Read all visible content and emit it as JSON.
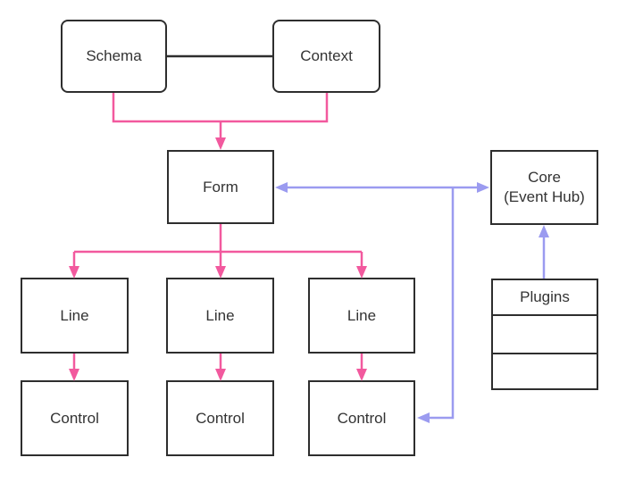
{
  "colors": {
    "pink": "#F2599E",
    "purple": "#9B9BF0",
    "border": "#2E2E2E",
    "text": "#333333",
    "background": "#FFFFFF"
  },
  "nodes": {
    "schema": {
      "label": "Schema"
    },
    "context": {
      "label": "Context"
    },
    "form": {
      "label": "Form"
    },
    "core": {
      "line1": "Core",
      "line2": "(Event Hub)"
    },
    "line1": {
      "label": "Line"
    },
    "line2": {
      "label": "Line"
    },
    "line3": {
      "label": "Line"
    },
    "control1": {
      "label": "Control"
    },
    "control2": {
      "label": "Control"
    },
    "control3": {
      "label": "Control"
    },
    "plugins": {
      "label": "Plugins",
      "empty_rows": 2
    }
  },
  "edges": [
    {
      "from": "Schema",
      "to": "Context",
      "color": "black",
      "arrows": "none"
    },
    {
      "from": "Schema + Context",
      "to": "Form",
      "color": "pink",
      "arrows": "end"
    },
    {
      "from": "Form",
      "to": "Line 1",
      "color": "pink",
      "arrows": "end"
    },
    {
      "from": "Form",
      "to": "Line 2",
      "color": "pink",
      "arrows": "end"
    },
    {
      "from": "Form",
      "to": "Line 3",
      "color": "pink",
      "arrows": "end"
    },
    {
      "from": "Line 1",
      "to": "Control 1",
      "color": "pink",
      "arrows": "end"
    },
    {
      "from": "Line 2",
      "to": "Control 2",
      "color": "pink",
      "arrows": "end"
    },
    {
      "from": "Line 3",
      "to": "Control 3",
      "color": "pink",
      "arrows": "end"
    },
    {
      "from": "Form",
      "to": "Core (Event Hub)",
      "color": "purple",
      "arrows": "both"
    },
    {
      "from": "Core (Event Hub)",
      "to": "Control 3",
      "color": "purple",
      "arrows": "end"
    },
    {
      "from": "Plugins",
      "to": "Core (Event Hub)",
      "color": "purple",
      "arrows": "end"
    }
  ]
}
